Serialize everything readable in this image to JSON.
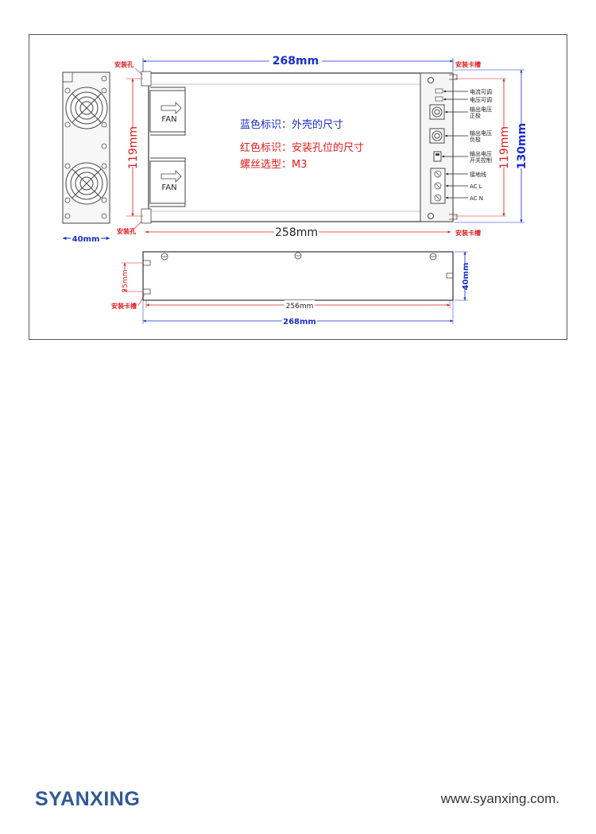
{
  "colors": {
    "blue": "#1a2ecc",
    "red": "#e21b1b",
    "outline": "#444444"
  },
  "top": {
    "dim_width": "268mm",
    "dim_inner": "258mm",
    "dim_height_outer": "130mm",
    "dim_height_inner_left": "119mm",
    "dim_height_inner_right": "119mm",
    "dim_side_width": "40mm",
    "label_hole_top": "安装孔",
    "label_hole_bottom": "安装孔",
    "label_slot_top": "安装卡槽",
    "label_slot_bottom": "安装卡槽",
    "fan_label_1": "FAN",
    "fan_label_2": "FAN",
    "legend_blue": "蓝色标识：外壳的尺寸",
    "legend_red": "红色标识：安装孔位的尺寸",
    "legend_screw": "螺丝选型：M3"
  },
  "panel_labels": [
    "电流可调",
    "电压可调",
    "输出电压\n正极",
    "输出电压\n负极",
    "输出电压\n开关控制",
    "接地线",
    "AC L",
    "AC N"
  ],
  "side": {
    "dim_height_red": "25mm",
    "dim_height_blue": "40mm",
    "dim_inner": "256mm",
    "dim_width": "268mm",
    "label_slot": "安装卡槽"
  },
  "footer": {
    "brand": "SYANXING",
    "website": "www.syanxing.com."
  }
}
